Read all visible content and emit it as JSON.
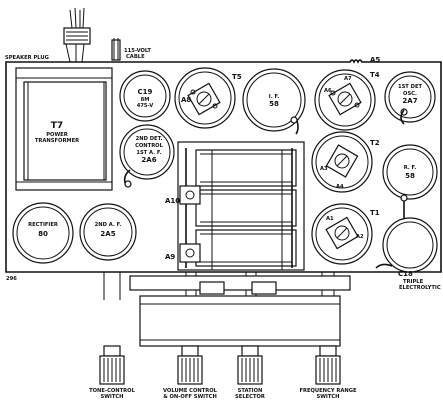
{
  "labels": {
    "speaker_plug": "SPEAKER PLUG",
    "cable_1": "115-VOLT",
    "cable_2": "CABLE",
    "a5": "A5",
    "t7_1": "T7",
    "t7_2": "POWER",
    "t7_3": "TRANSFORMER",
    "c19_1": "C19",
    "c19_2": "8M",
    "c19_3": "475-V",
    "t5": "T5",
    "a8": "A8",
    "if_1": "I. F.",
    "if_2": "58",
    "t4": "T4",
    "a6": "A6",
    "a7": "A7",
    "osc_1": "1ST DET",
    "osc_2": "OSC.",
    "osc_3": "2A7",
    "det_1": "2ND DET.",
    "det_2": "CONTROL",
    "det_3": "1ST A. F.",
    "det_4": "2A6",
    "t2": "T2",
    "a3": "A3",
    "a4": "A4",
    "rf_1": "R. F.",
    "rf_2": "58",
    "rect_1": "RECTIFIER",
    "rect_2": "80",
    "af_1": "2ND A. F.",
    "af_2": "2A5",
    "a10": "A10",
    "a9": "A9",
    "t1": "T1",
    "a1": "A1",
    "a2": "A2",
    "c18_1": "C18",
    "c18_2": "TRIPLE",
    "c18_3": "ELECTROLYTIC",
    "fig_num": "296",
    "tone_1": "TONE-CONTROL",
    "tone_2": "SWITCH",
    "vol_1": "VOLUME CONTROL",
    "vol_2": "& ON-OFF SWITCH",
    "sta_1": "STATION",
    "sta_2": "SELECTOR",
    "freq_1": "FREQUENCY RANGE",
    "freq_2": "SWITCH"
  }
}
